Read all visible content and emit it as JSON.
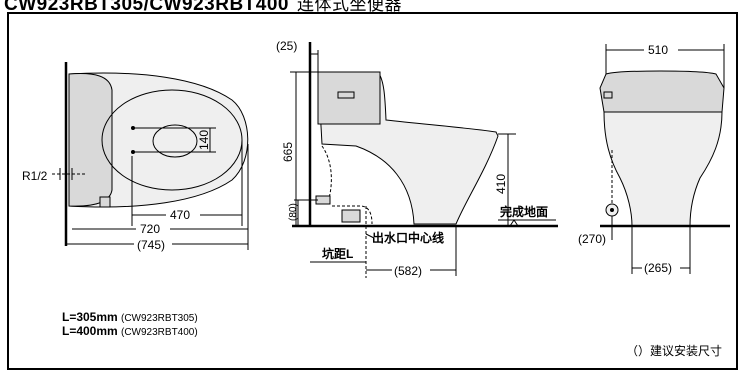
{
  "title": {
    "model": "CW923RBT305/CW923RBT400",
    "subtitle": "连体式坐便器"
  },
  "top_view": {
    "dim_depth": "720",
    "dim_depth_install": "(745)",
    "dim_outlet": "470",
    "dim_hole": "140",
    "water_inlet": "R1/2"
  },
  "side_view": {
    "dim_wall_gap": "(25)",
    "dim_height": "665",
    "dim_seat_height": "410",
    "dim_inlet_height": "(80)",
    "floor_label": "完成地面",
    "outlet_center_label": "出水口中心线",
    "rough_in_label": "坑距L",
    "dim_rough": "(582)"
  },
  "front_view": {
    "dim_width": "510",
    "dim_inlet_offset": "(270)",
    "dim_base_width": "(265)"
  },
  "notes": {
    "line1_value": "L=305mm",
    "line1_model": "(CW923RBT305)",
    "line2_value": "L=400mm",
    "line2_model": "(CW923RBT400)",
    "legend": "（）建议安装尺寸"
  }
}
